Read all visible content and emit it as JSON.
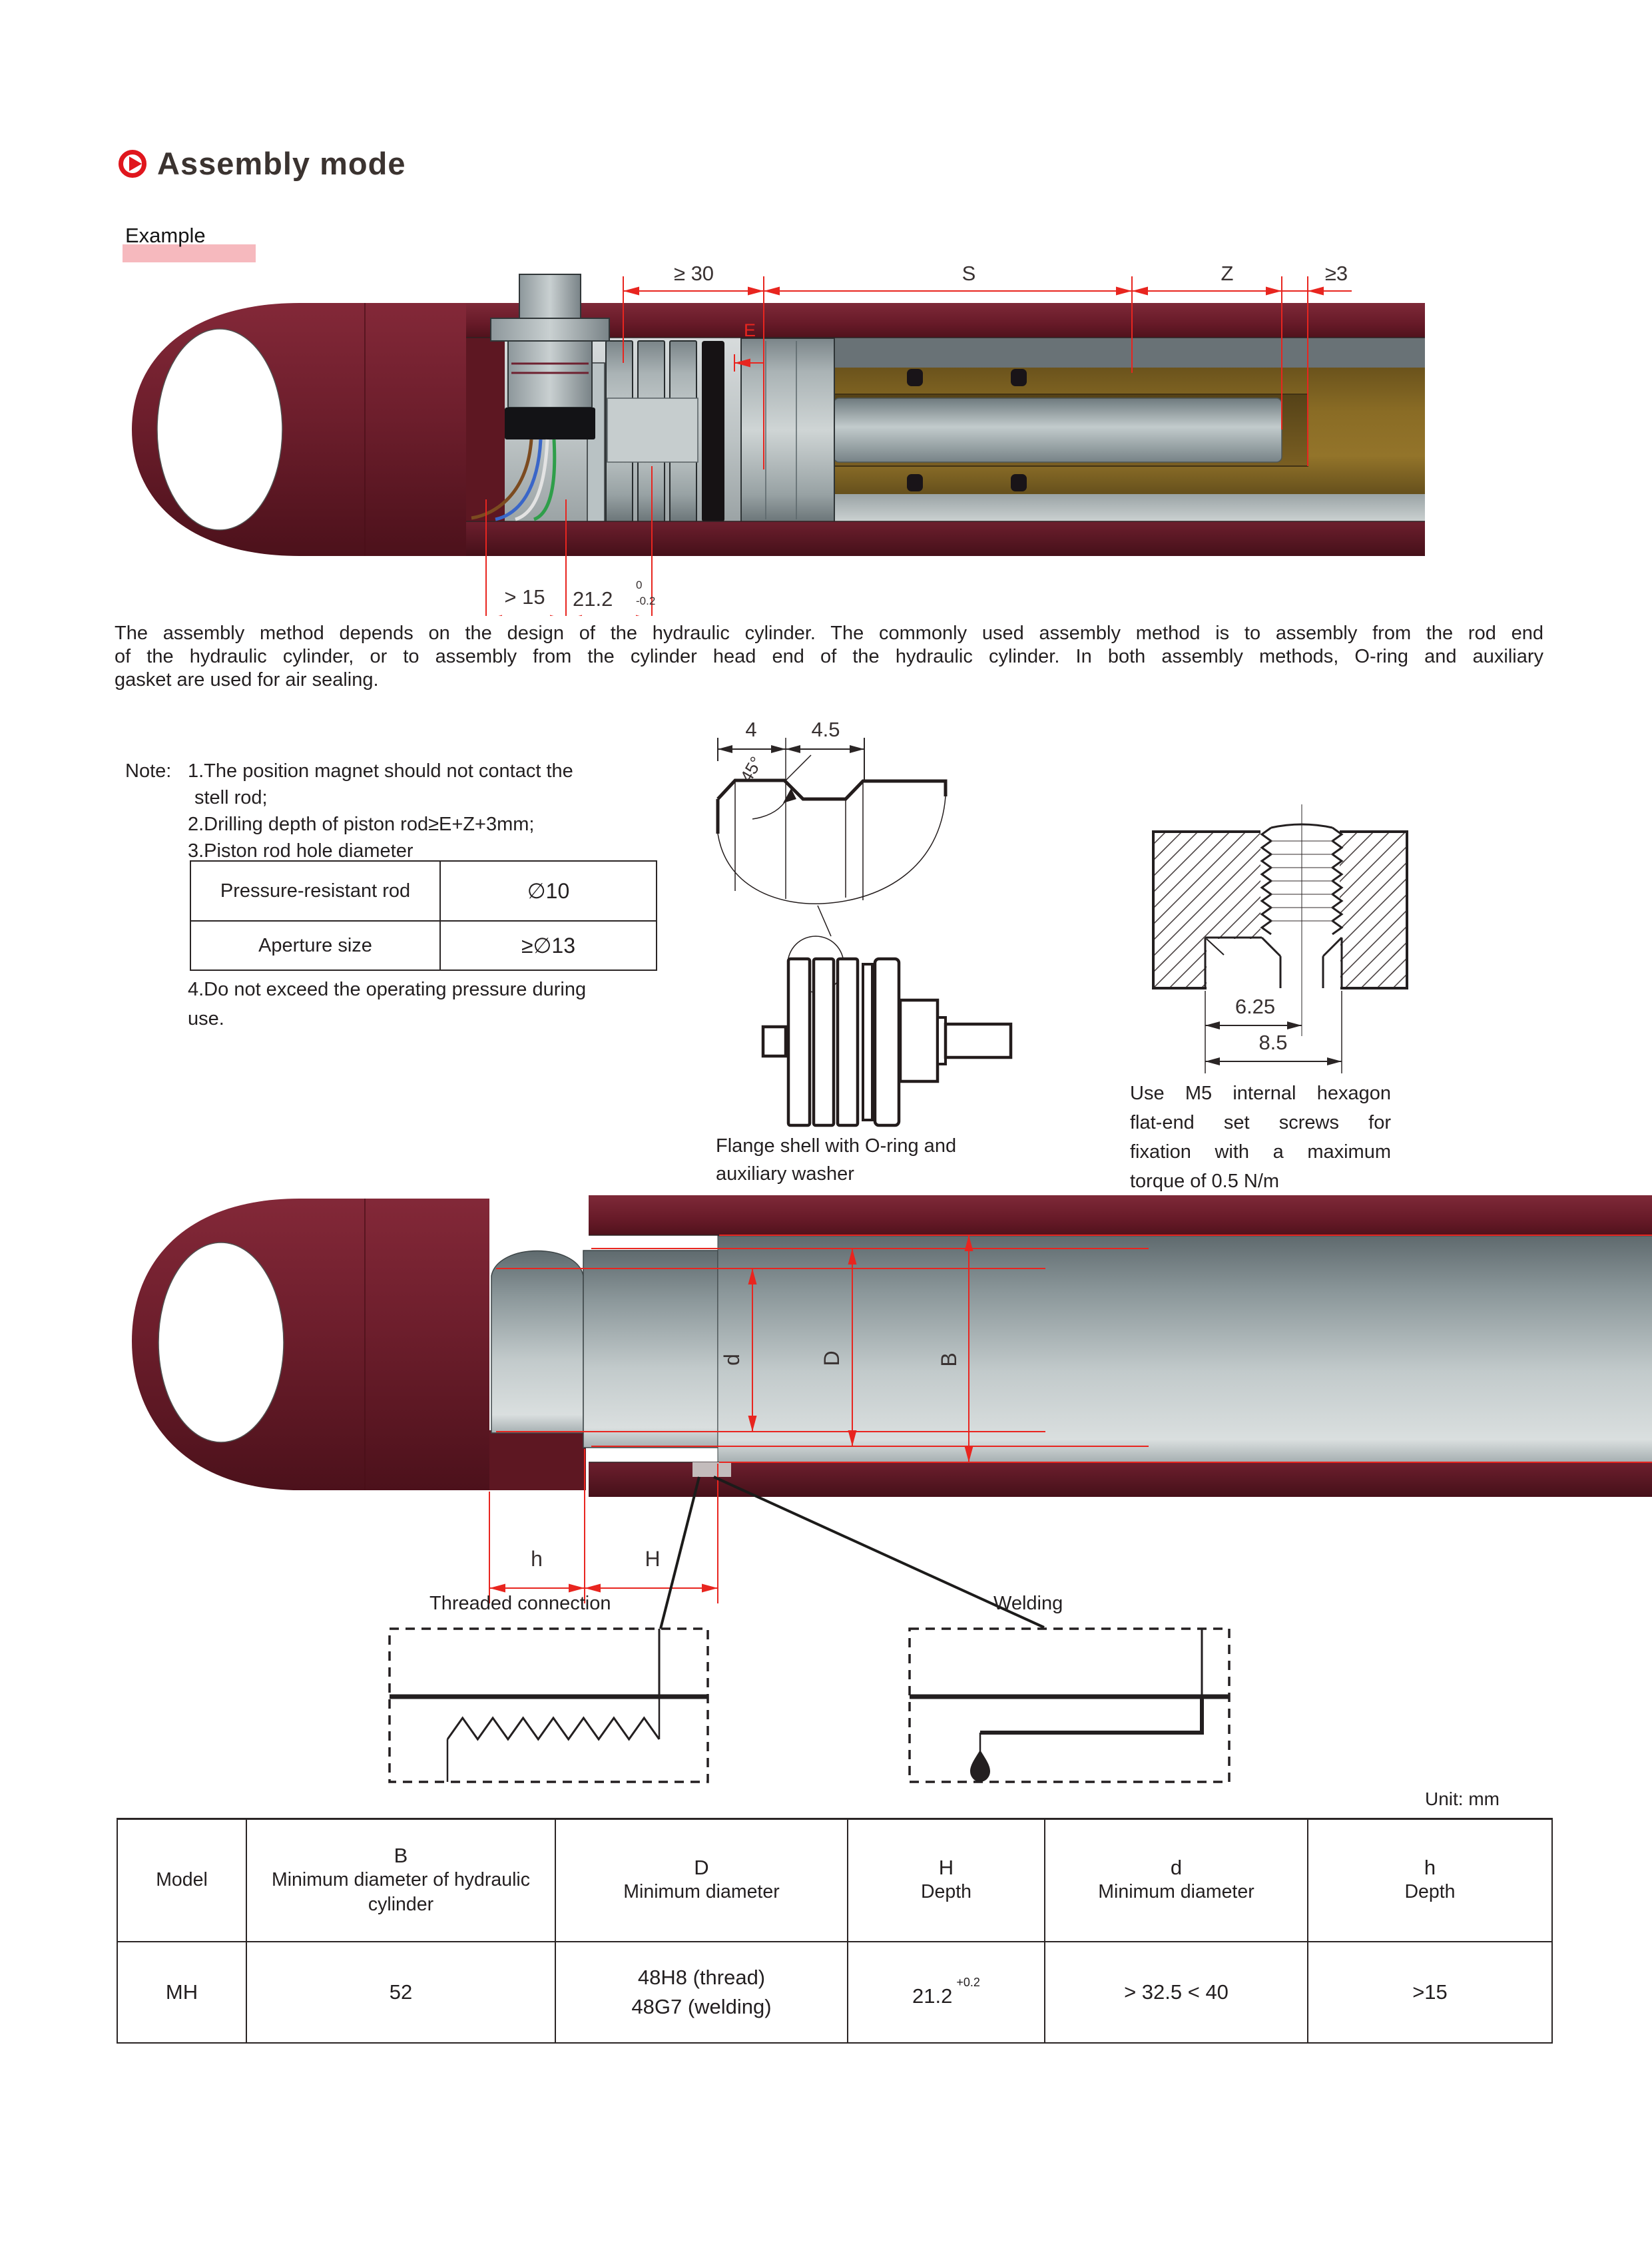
{
  "page": {
    "title": "Assembly mode",
    "example_label": "Example",
    "intro_lines": [
      "The assembly method depends on the design of the hydraulic cylinder. The commonly used assembly method is to assembly from the rod end",
      "of the hydraulic cylinder, or to assembly from the cylinder head end of the hydraulic cylinder. In both assembly methods, O-ring and auxiliary",
      "gasket are used for air sealing."
    ],
    "unit_label": "Unit: mm"
  },
  "colors": {
    "accent_red": "#e0161d",
    "dimension_red": "#e8251f",
    "maroon": "#6d1e2c",
    "pink_highlight": "#f6b9be"
  },
  "drawing1": {
    "dim_ge30": "≥ 30",
    "dim_s": "S",
    "dim_z": "Z",
    "dim_ge3": "≥3",
    "dim_e": "E",
    "dim_gt15": "> 15",
    "dim_212": "21.2",
    "tol_upper": "0",
    "tol_lower": "-0.2"
  },
  "note": {
    "label": "Note:",
    "item1_line1": "1.The position magnet should not contact the",
    "item1_line2": "stell rod;",
    "item2": "2.Drilling depth of piston rod≥E+Z+3mm;",
    "item3": "3.Piston rod hole diameter",
    "item4_line1": "4.Do not exceed the operating pressure during",
    "item4_line2": "use.",
    "table": {
      "row1_label": "Pressure-resistant rod",
      "row1_value": "∅10",
      "row2_label": "Aperture size",
      "row2_value": "≥∅13"
    }
  },
  "groove": {
    "dim_4": "4",
    "dim_45": "4.5",
    "angle": "45°",
    "caption_line1": "Flange shell with O-ring and",
    "caption_line2": "auxiliary washer"
  },
  "set_screw": {
    "dim_625": "6.25",
    "dim_85": "8.5",
    "caption_lines": [
      "Use M5 internal hexagon",
      "flat-end set screws for",
      "fixation with a maximum",
      "torque of 0.5 N/m"
    ]
  },
  "drawing2": {
    "dim_d": "d",
    "dim_D": "D",
    "dim_B": "B",
    "dim_h": "h",
    "dim_H": "H"
  },
  "details": {
    "threaded_label": "Threaded connection",
    "welding_label": "Welding"
  },
  "spec_table": {
    "headers": {
      "model": "Model",
      "b_letter": "B",
      "b_desc": "Minimum diameter of hydraulic cylinder",
      "D_letter": "D",
      "D_desc": "Minimum diameter",
      "H_letter": "H",
      "H_desc": "Depth",
      "d_letter": "d",
      "d_desc": "Minimum diameter",
      "h_letter": "h",
      "h_desc": "Depth"
    },
    "row": {
      "model": "MH",
      "b": "52",
      "d_line1": "48H8 (thread)",
      "d_line2": "48G7 (welding)",
      "H_value": "21.2",
      "H_tol": "+0.2",
      "d_value": "> 32.5 < 40",
      "h_value": ">15"
    }
  }
}
